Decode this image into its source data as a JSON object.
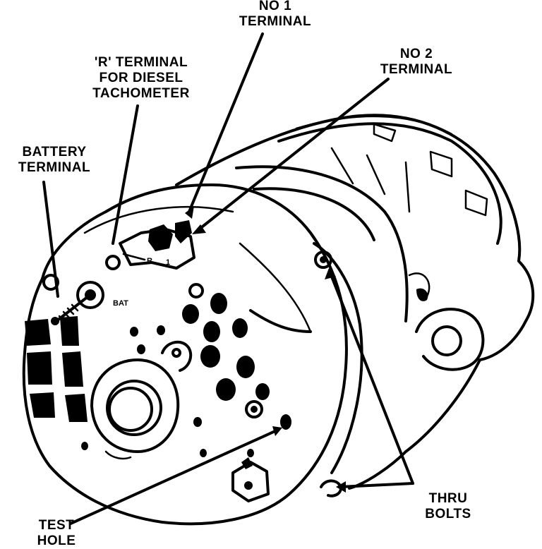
{
  "labels": {
    "no1_terminal": [
      "NO 1",
      "TERMINAL"
    ],
    "no2_terminal": [
      "NO 2",
      "TERMINAL"
    ],
    "r_terminal": [
      "'R' TERMINAL",
      "FOR DIESEL",
      "TACHOMETER"
    ],
    "battery_terminal": [
      "BATTERY",
      "TERMINAL"
    ],
    "thru_bolts": [
      "THRU",
      "BOLTS"
    ],
    "test_hole": [
      "TEST",
      "HOLE"
    ]
  },
  "part_markings": {
    "bat": "BAT",
    "r": "R",
    "one": "1"
  },
  "colors": {
    "ink": "#000000",
    "paper": "#ffffff"
  }
}
